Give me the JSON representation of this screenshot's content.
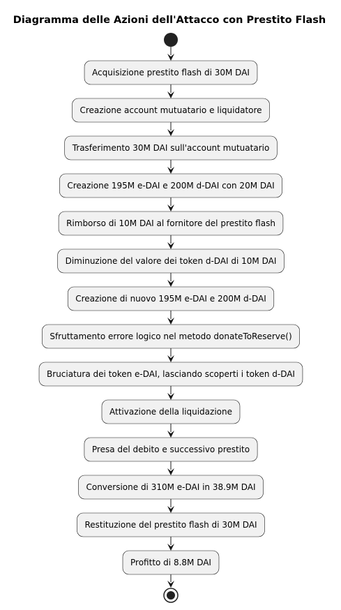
{
  "diagram": {
    "title": "Diagramma delle Azioni dell'Attacco con Prestito Flash",
    "start_node": "start",
    "end_node": "end",
    "steps": [
      "Acquisizione prestito flash di 30M DAI",
      "Creazione account mutuatario e liquidatore",
      "Trasferimento 30M DAI sull'account mutuatario",
      "Creazione 195M e-DAI e 200M d-DAI con 20M DAI",
      "Rimborso di 10M DAI al fornitore del prestito flash",
      "Diminuzione del valore dei token d-DAI di 10M DAI",
      "Creazione di nuovo 195M e-DAI e 200M d-DAI",
      "Sfruttamento errore logico nel metodo donateToReserve()",
      "Bruciatura dei token e-DAI, lasciando scoperti i token d-DAI",
      "Attivazione della liquidazione",
      "Presa del debito e successivo prestito",
      "Conversione di 310M e-DAI in 38.9M DAI",
      "Restituzione del prestito flash di 30M DAI",
      "Profitto di 8.8M DAI"
    ]
  }
}
